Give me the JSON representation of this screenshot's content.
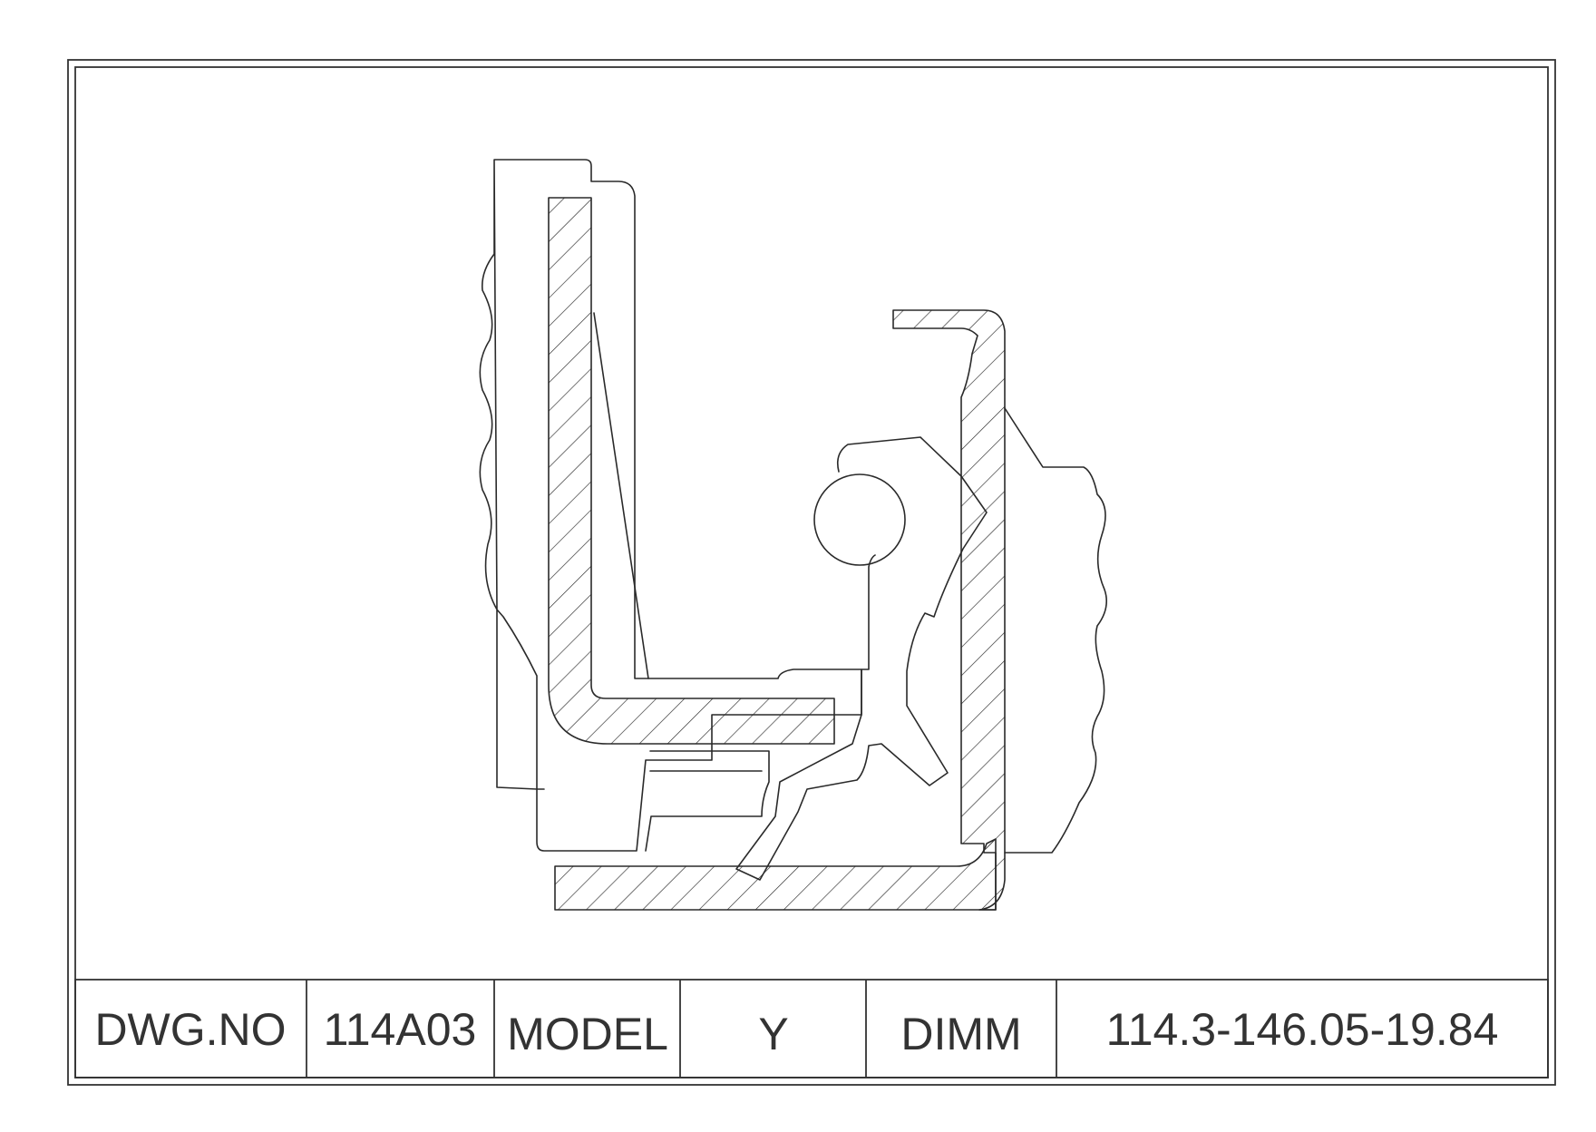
{
  "title_block": {
    "dwg_no_label": "DWG.NO",
    "dwg_no_value": "114A03",
    "model_label": "MODEL",
    "model_value": "Y",
    "dimm_label": "DIMM",
    "dimm_value": "114.3-146.05-19.84"
  },
  "colors": {
    "line": "#2a2a2a",
    "background": "#ffffff"
  }
}
